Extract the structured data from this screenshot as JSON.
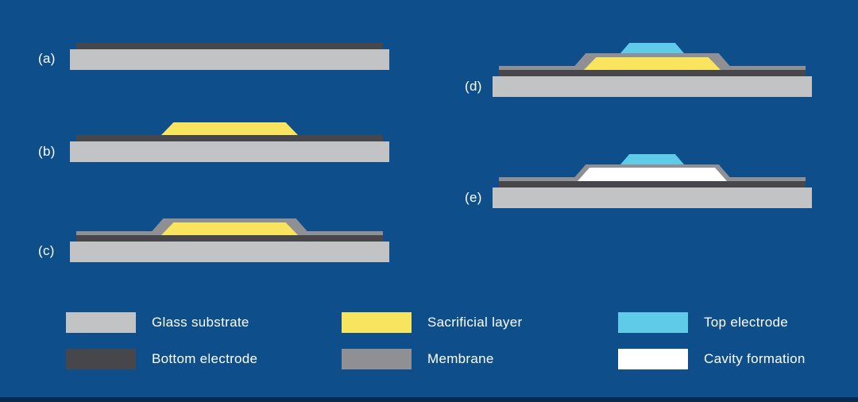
{
  "colors": {
    "background": "#0d4e8b",
    "footer_bar": "#062b4f",
    "text": "#ffffff",
    "glass_substrate": "#c2c3c5",
    "bottom_electrode": "#46464b",
    "sacrificial_layer": "#f9e45f",
    "membrane": "#909094",
    "top_electrode": "#5fcbe8",
    "cavity": "#ffffff"
  },
  "steps": [
    {
      "label": "(a)"
    },
    {
      "label": "(b)"
    },
    {
      "label": "(c)"
    },
    {
      "label": "(d)"
    },
    {
      "label": "(e)"
    }
  ],
  "legend": {
    "items": [
      {
        "label": "Glass substrate",
        "color_key": "glass_substrate"
      },
      {
        "label": "Bottom electrode",
        "color_key": "bottom_electrode"
      },
      {
        "label": "Sacrificial layer",
        "color_key": "sacrificial_layer"
      },
      {
        "label": "Membrane",
        "color_key": "membrane"
      },
      {
        "label": "Top electrode",
        "color_key": "top_electrode"
      },
      {
        "label": "Cavity formation",
        "color_key": "cavity"
      }
    ]
  }
}
